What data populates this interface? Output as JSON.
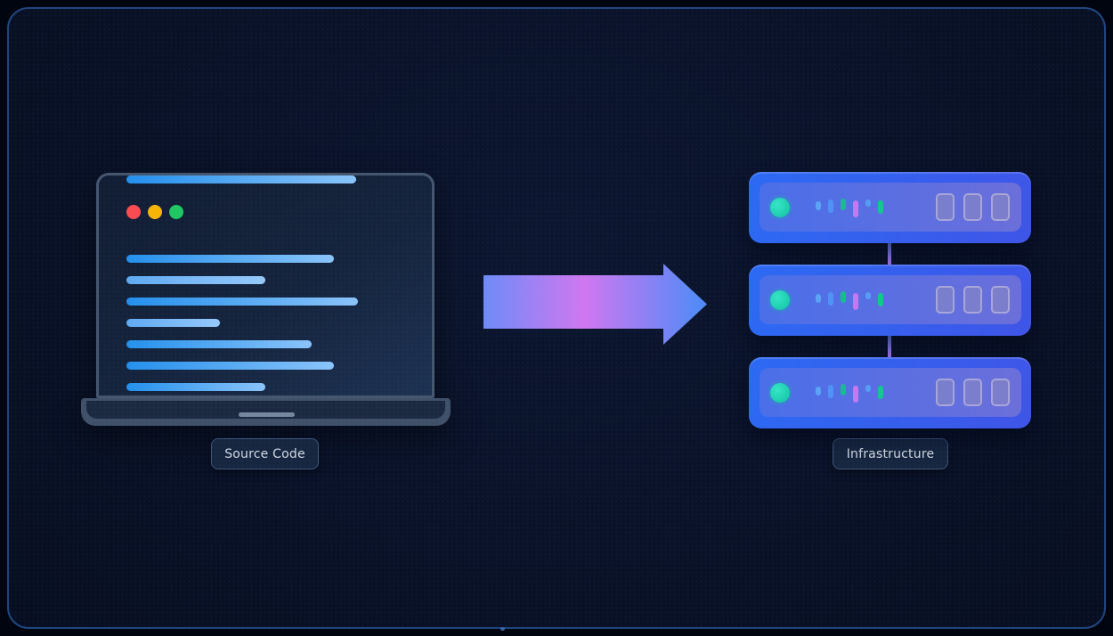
{
  "diagram": {
    "source_label": "Source Code",
    "target_label": "Infrastructure"
  },
  "laptop": {
    "traffic_lights": [
      {
        "name": "close",
        "style": "background:#fa4b51"
      },
      {
        "name": "minimize",
        "style": "background:#f7b402"
      },
      {
        "name": "maximize",
        "style": "background:#20c763"
      }
    ],
    "code_lines": [
      {
        "style": "width:233px"
      },
      {
        "style": "width:156px"
      },
      {
        "style": "width:260px"
      },
      {
        "style": "width:105px"
      },
      {
        "style": "width:208px"
      },
      {
        "style": "width:233px"
      },
      {
        "style": "width:156px"
      },
      {
        "style": "width:258px"
      }
    ]
  },
  "servers": {
    "count": 3,
    "slot_count": 3,
    "led_style": "background:radial-gradient(circle at 35% 35%,#36e5c5,#10c2a2);box-shadow:0 0 0 3px rgba(16,185,150,0.22)",
    "eq_bars": [
      {
        "style": "height:10px;background:#5ba3f7;transform:translateY(-2px)"
      },
      {
        "style": "height:15px;background:#4f94f5;transform:translateY(-1px)"
      },
      {
        "style": "height:13px;background:#17bd8d;transform:translateY(-3px)"
      },
      {
        "style": "height:19px;background:#c678f2;transform:translateY(2px)"
      },
      {
        "style": "height:8px;background:#569df5;transform:translateY(-5px)"
      },
      {
        "style": "height:15px;background:#12c98d;transform:translateY(0px)"
      }
    ]
  },
  "colors": {
    "page_background": "#01050f",
    "frame_fill": "#0a1329",
    "frame_border": "#1f4680",
    "server_blue_start": "#2c6af3",
    "server_blue_end": "#3f55e8",
    "accent_teal": "#14d4b4",
    "accent_purple": "#c678f2",
    "arrow_gradient": [
      "#6e8bf7",
      "#d077f0",
      "#4b8bf8"
    ],
    "code_line_blue": "#2490ec",
    "label_text": "#d3dae5"
  }
}
